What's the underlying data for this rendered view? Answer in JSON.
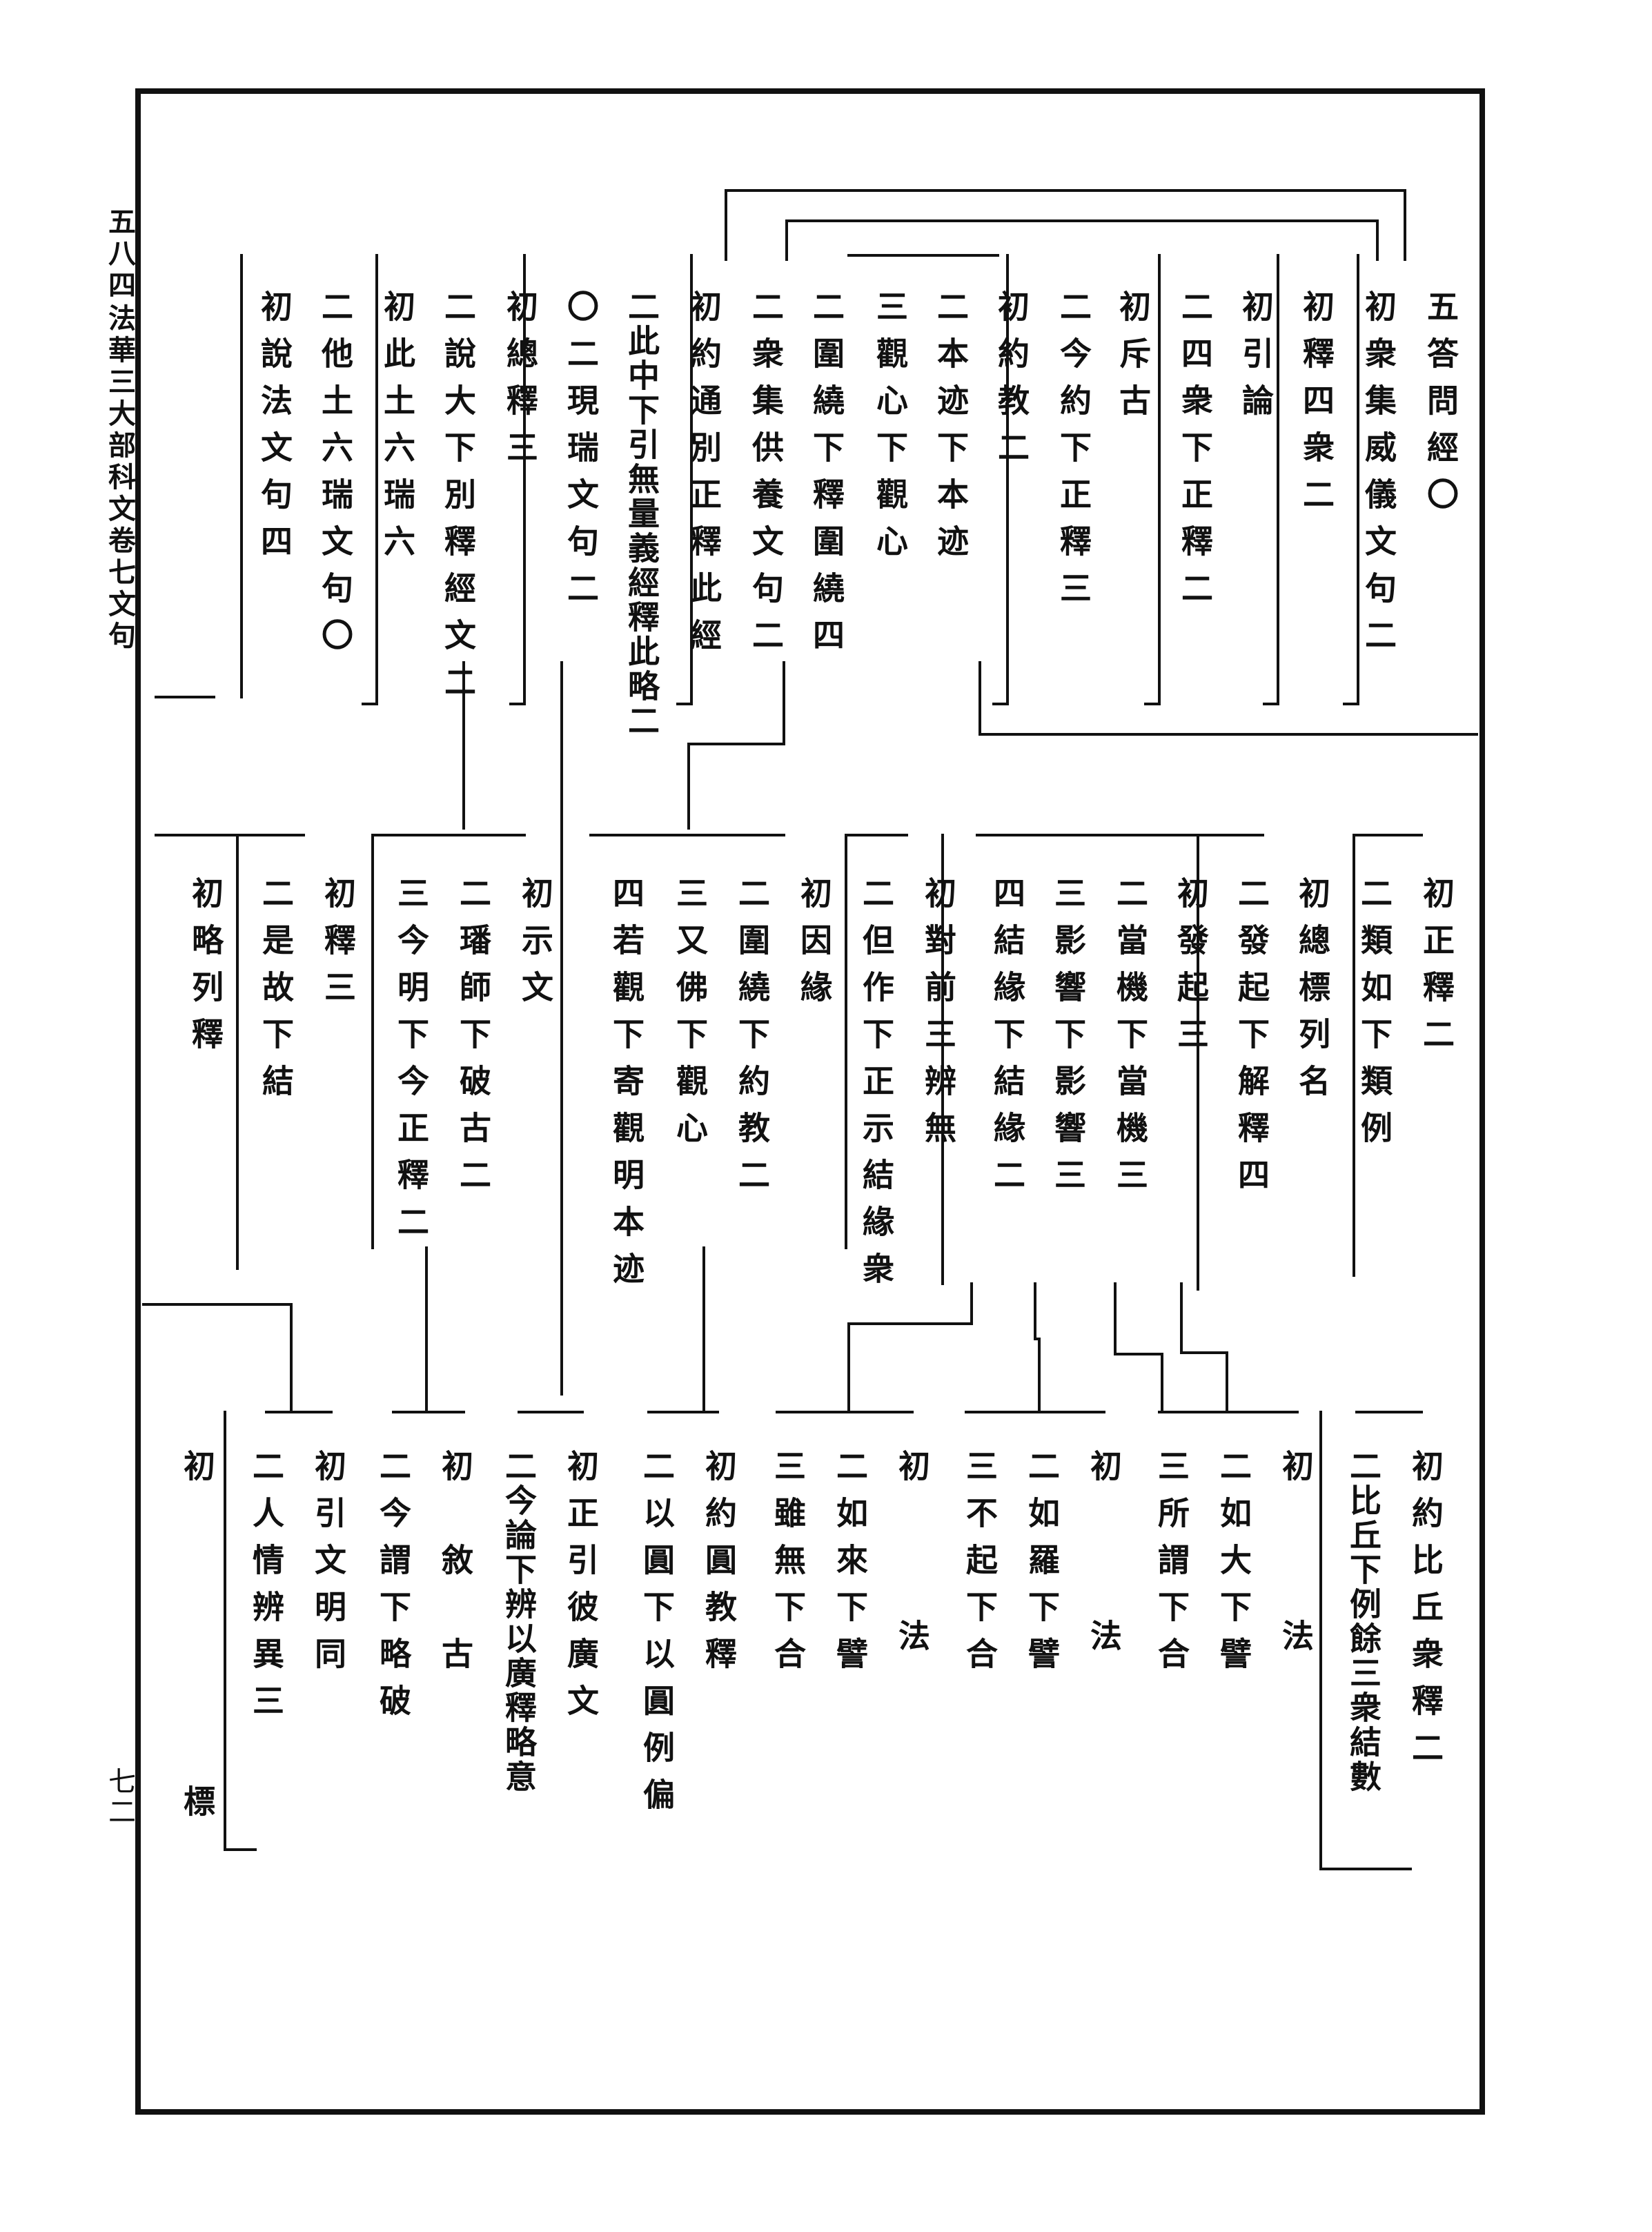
{
  "header": {
    "page_number": "五八四",
    "book_title": "法華三大部科文卷七文句",
    "folio": "七二"
  },
  "tiers": [
    {
      "id": "tier1",
      "entries": [
        "五答問經〇",
        "初衆集威儀文句二",
        "初釋四衆二",
        "初引論",
        "二四衆下正釋二",
        "初斥古",
        "二今約下正釋三",
        "初約教二",
        "二本迹下本迹",
        "三觀心下觀心",
        "二圍繞下釋圍繞四",
        "二衆集供養文句二",
        "初約通別正釋此經",
        "二此中下引無量義經釋此略二",
        "〇二現瑞文句二",
        "初總釋三",
        "二說大下別釋經文二",
        "初此土六瑞六",
        "二他土六瑞文句〇",
        "初說法文句四"
      ]
    },
    {
      "id": "tier2",
      "entries": [
        "初正釋二",
        "二類如下類例",
        "初總標列名",
        "二發起下解釋四",
        "初發起三",
        "二當機下當機三",
        "三影響下影響三",
        "四結緣下結緣二",
        "初對前三辨無",
        "二但作下正示結緣衆",
        "初因緣",
        "二圍繞下約教二",
        "三又佛下觀心",
        "四若觀下寄觀明本迹",
        "初示文",
        "二璠師下破古二",
        "三今明下今正釋二",
        "初釋三",
        "二是故下結",
        "初略列釋"
      ]
    },
    {
      "id": "tier3",
      "entries": [
        "初約比丘衆釋二",
        "二比丘下例餘三衆結數",
        "初法",
        "二如大下譬",
        "三所謂下合",
        "初法",
        "二如羅下譬",
        "三不起下合",
        "初法",
        "二如來下譬",
        "三雖無下合",
        "初約圓教釋",
        "二以圓下以圓例偏",
        "初正引彼廣文",
        "二今論下辨以廣釋略意",
        "初敘古",
        "二今謂下略破",
        "初引文明同",
        "二人情辨異三",
        "初標"
      ]
    }
  ]
}
